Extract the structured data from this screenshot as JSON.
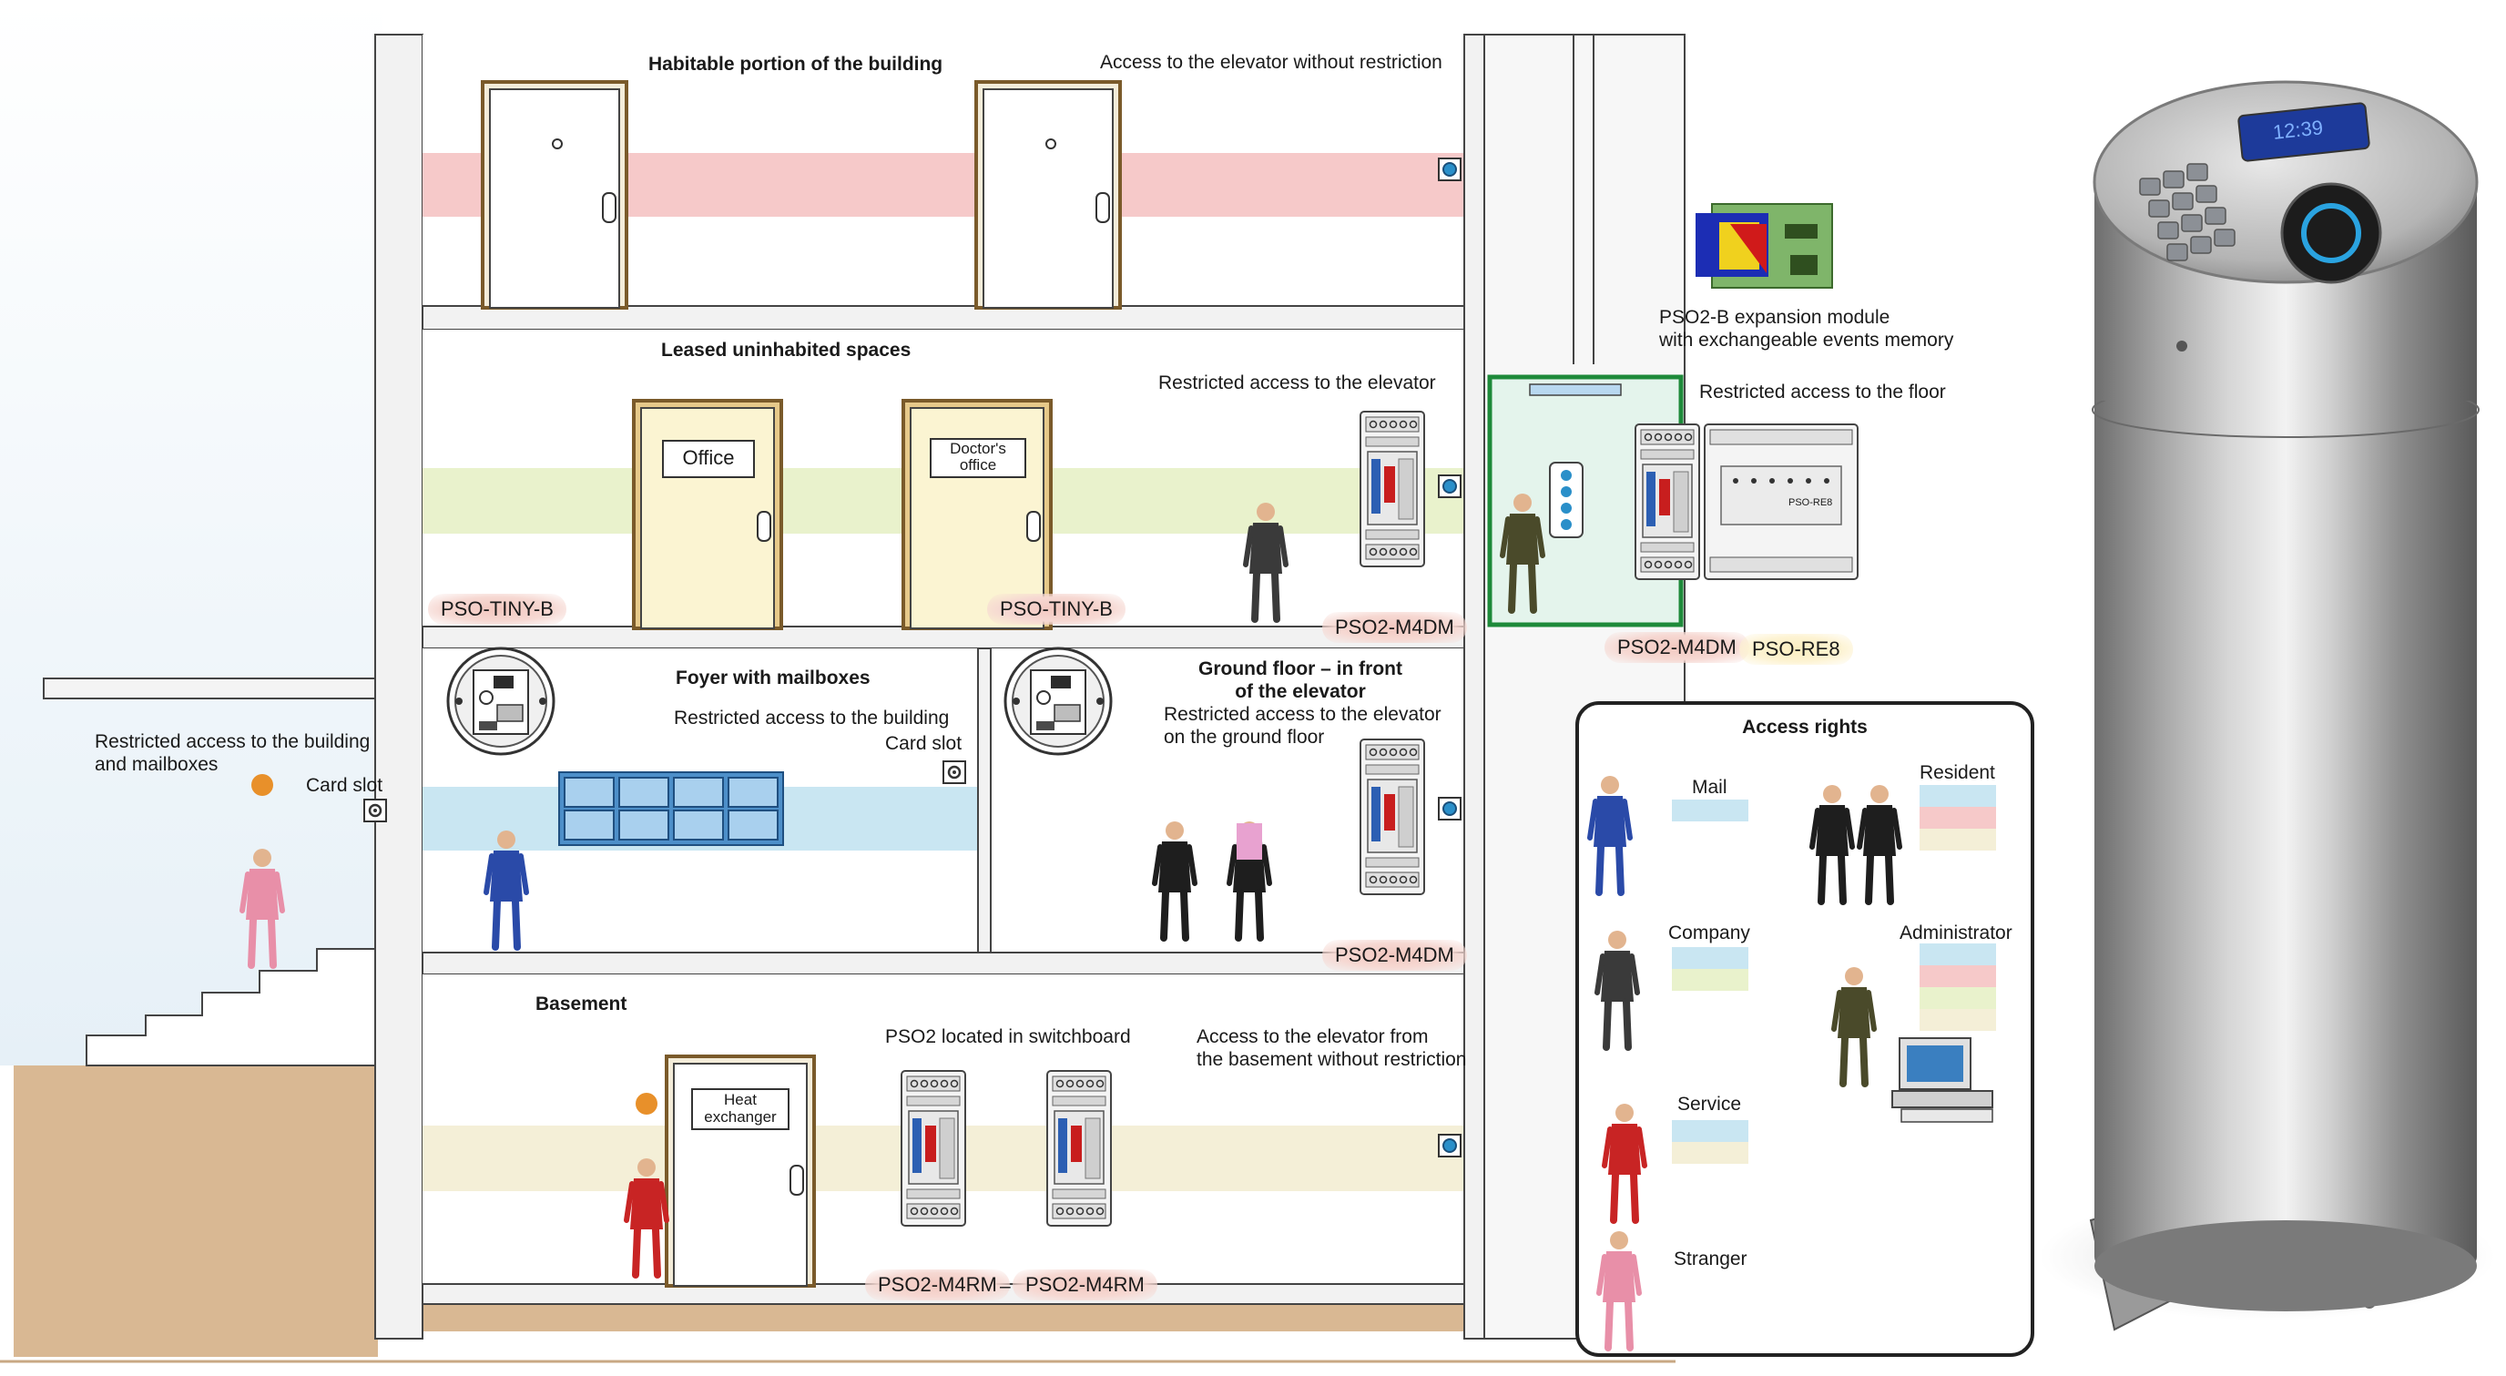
{
  "floors": {
    "top": {
      "title": "Habitable portion of the building",
      "note": "Access to the elevator without restriction"
    },
    "leased": {
      "title": "Leased uninhabited spaces",
      "note": "Restricted access to the elevator",
      "door1": "Office",
      "door2_line1": "Doctor's",
      "door2_line2": "office"
    },
    "foyer": {
      "title": "Foyer with mailboxes",
      "note": "Restricted access to the building",
      "card_slot": "Card slot"
    },
    "ground": {
      "title_line1": "Ground floor – in front",
      "title_line2": "of the elevator",
      "note_line1": "Restricted access to the elevator",
      "note_line2": "on the ground floor"
    },
    "basement": {
      "title": "Basement",
      "switchboard": "PSO2 located in switchboard",
      "note_line1": "Access to the elevator from",
      "note_line2": "the basement without restriction",
      "door_line1": "Heat",
      "door_line2": "exchanger"
    }
  },
  "outside": {
    "note_line1": "Restricted access to the building",
    "note_line2": "and mailboxes",
    "card_slot": "Card slot"
  },
  "elevator": {
    "module_line1": "PSO2-B expansion module",
    "module_line2": "with exchangeable events memory",
    "floor_note": "Restricted access to the floor",
    "board_label": "PSO-RE8"
  },
  "devices": {
    "tiny_left": "PSO-TINY-B",
    "tiny_right": "PSO-TINY-B",
    "m4dm_leased": "PSO2-M4DM",
    "m4dm_ground": "PSO2-M4DM",
    "m4dm_elevator": "PSO2-M4DM",
    "re8": "PSO-RE8",
    "m4rm_1": "PSO2-M4RM",
    "m4rm_2": "PSO2-M4RM"
  },
  "access_rights": {
    "title": "Access rights",
    "roles": [
      "Mail",
      "Resident",
      "Company",
      "Administrator",
      "Service",
      "Stranger"
    ]
  },
  "colors": {
    "band_red": "#f6c9c9",
    "band_green": "#e9f2cc",
    "band_blue": "#c9e6f2",
    "band_cream": "#f4efd7",
    "elevator_green": "#1e8a3a",
    "ground_tan": "#d9b893"
  },
  "device_display": {
    "clock": "12:39"
  }
}
